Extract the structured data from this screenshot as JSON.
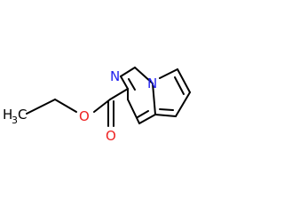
{
  "molecule": {
    "atoms": {
      "nitrogen_ring": {
        "symbol": "N",
        "color": "#2222ee"
      },
      "nitrogen_bridge": {
        "symbol": "N",
        "color": "#2222ee"
      },
      "oxygen_ester": {
        "symbol": "O",
        "color": "#ee2222"
      },
      "oxygen_carbonyl": {
        "symbol": "O",
        "color": "#ee2222"
      },
      "methyl": {
        "symbol": "H",
        "subscript": "3",
        "carbon": "C",
        "color": "#000000"
      }
    },
    "bond_color": "#000000"
  }
}
